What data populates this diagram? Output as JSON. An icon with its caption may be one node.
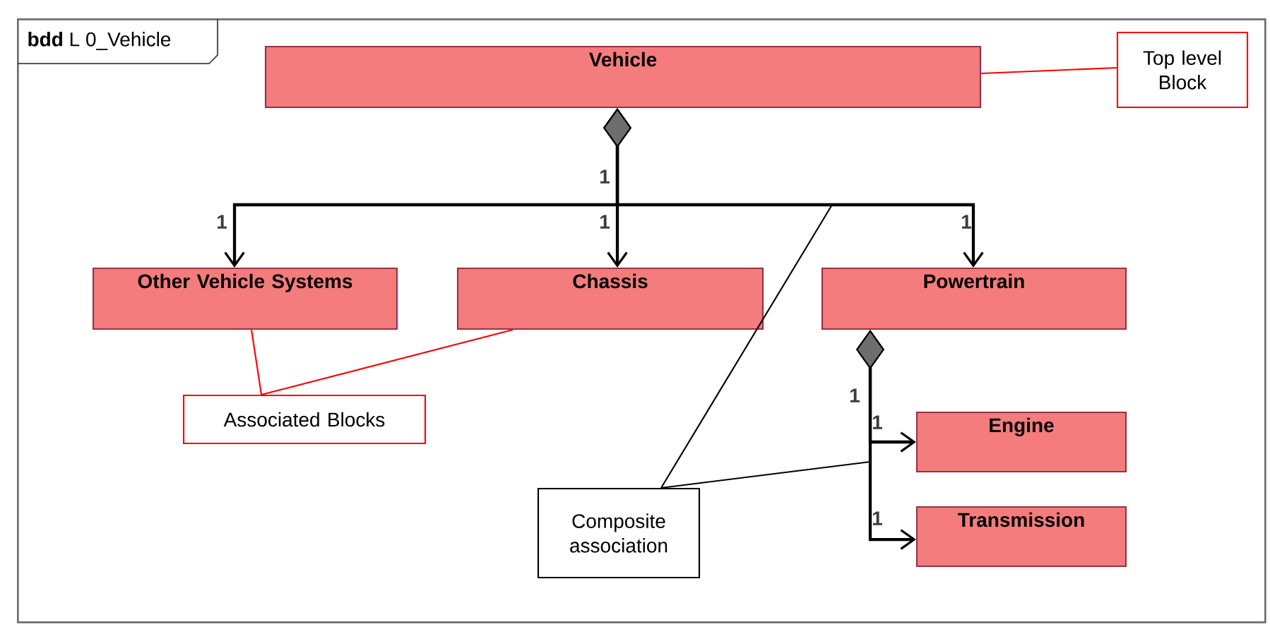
{
  "diagram": {
    "nodes": [
      {
        "text": [
          "**bdd** L 0_Vehicle"
        ]
      },
      {
        "text": [
          "Vehicle"
        ],
        "in": 0
      },
      {
        "text": [
          "Other Vehicle Systems"
        ],
        "in": 0
      },
      {
        "text": [
          "Chassis"
        ],
        "in": 0
      },
      {
        "text": [
          "Powertrain"
        ],
        "in": 0
      },
      {
        "text": [
          "Engine"
        ],
        "in": 0
      },
      {
        "text": [
          "Transmission"
        ],
        "in": 0
      },
      {
        "text": [
          "Top level Block"
        ],
        "in": 0
      },
      {
        "text": [
          "Associated Blocks"
        ],
        "in": 0
      },
      {
        "text": [
          "Composite association"
        ],
        "in": 0
      }
    ],
    "edges": [
      {
        "from": 1,
        "to": 2,
        "arrow": "to",
        "label": "1"
      },
      {
        "from": 1,
        "to": 3,
        "arrow": "to",
        "label": "1"
      },
      {
        "from": 1,
        "to": 4,
        "arrow": "to",
        "label": "1"
      },
      {
        "from": 4,
        "to": 5,
        "arrow": "to",
        "label": "1"
      },
      {
        "from": 4,
        "to": 6,
        "arrow": "to",
        "label": "1"
      },
      {
        "from": 7,
        "to": 1,
        "arrow": "none",
        "color": "#ff0000"
      },
      {
        "from": 8,
        "to": 2,
        "arrow": "none",
        "color": "#ff0000"
      },
      {
        "from": 8,
        "to": 3,
        "arrow": "none",
        "color": "#ff0000"
      },
      {
        "from": 9,
        "to": null,
        "arrow": "none"
      },
      {
        "from": 9,
        "to": null,
        "arrow": "none"
      }
    ],
    "labels": [
      "1",
      "1"
    ]
  }
}
